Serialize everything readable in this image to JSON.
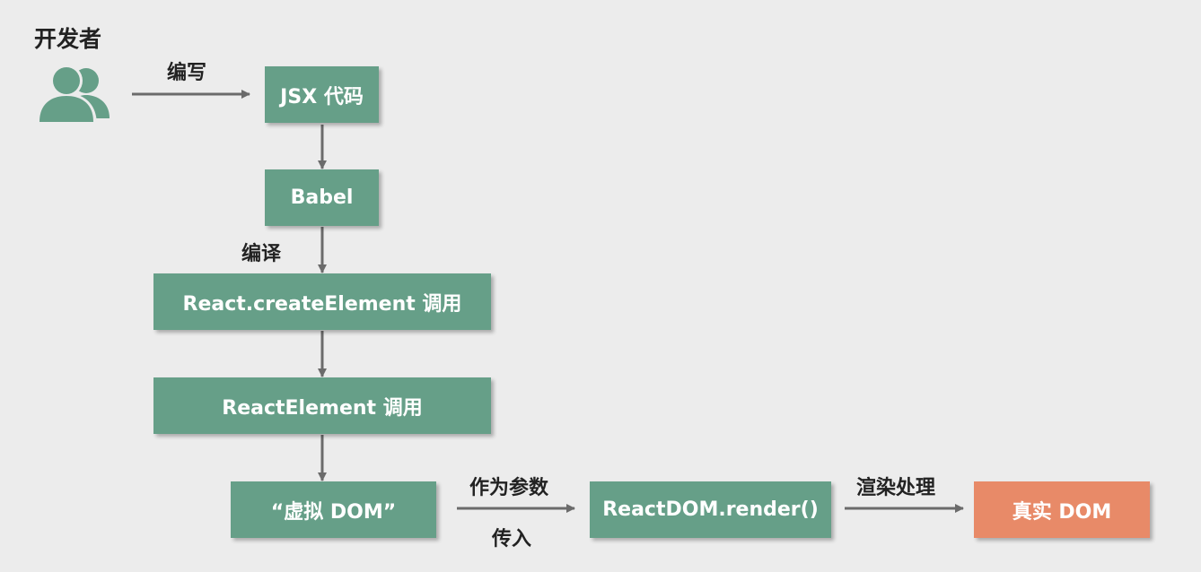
{
  "actor": {
    "title": "开发者",
    "icon": "users-icon"
  },
  "nodes": {
    "jsx": "JSX 代码",
    "babel": "Babel",
    "create_element": "React.createElement 调用",
    "react_element": "ReactElement 调用",
    "virtual_dom": "“虚拟 DOM”",
    "render": "ReactDOM.render()",
    "real_dom": "真实 DOM"
  },
  "edges": {
    "write": "编写",
    "compile": "编译",
    "as_param": "作为参数",
    "pass_in": "传入",
    "render_process": "渲染处理"
  },
  "colors": {
    "node": "#669f88",
    "target": "#e88a68",
    "arrow": "#6b6b6b",
    "background": "#ececec"
  }
}
